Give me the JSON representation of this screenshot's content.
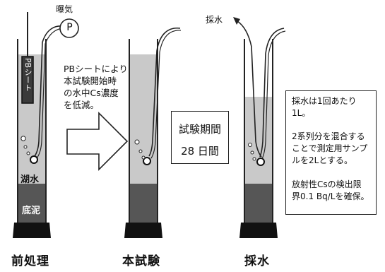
{
  "labels": {
    "aeration": "曝気",
    "pump": "P",
    "pb_sheet": "PBシート",
    "lake_water": "湖水",
    "sediment": "底泥",
    "sampling_top": "採水",
    "step_pre": "前処理",
    "step_main": "本試験",
    "step_sample": "採水"
  },
  "pretreatment_note": [
    "PBシートにより",
    "本試験開始時",
    "の水中Cs濃度",
    "を低減。"
  ],
  "period_box": {
    "title": "試験期間",
    "value": "28 日間"
  },
  "info_box": [
    "採水は1回あたり",
    "1L。",
    "2系列分を混合する",
    "ことで測定用サンプ",
    "ルを2Lとする。",
    "放射性Csの検出限",
    "界0.1 Bq/Lを確保。"
  ],
  "colors": {
    "water": "#c8c8c8",
    "sediment": "#555555",
    "base": "#111111",
    "column_border": "#222222"
  }
}
